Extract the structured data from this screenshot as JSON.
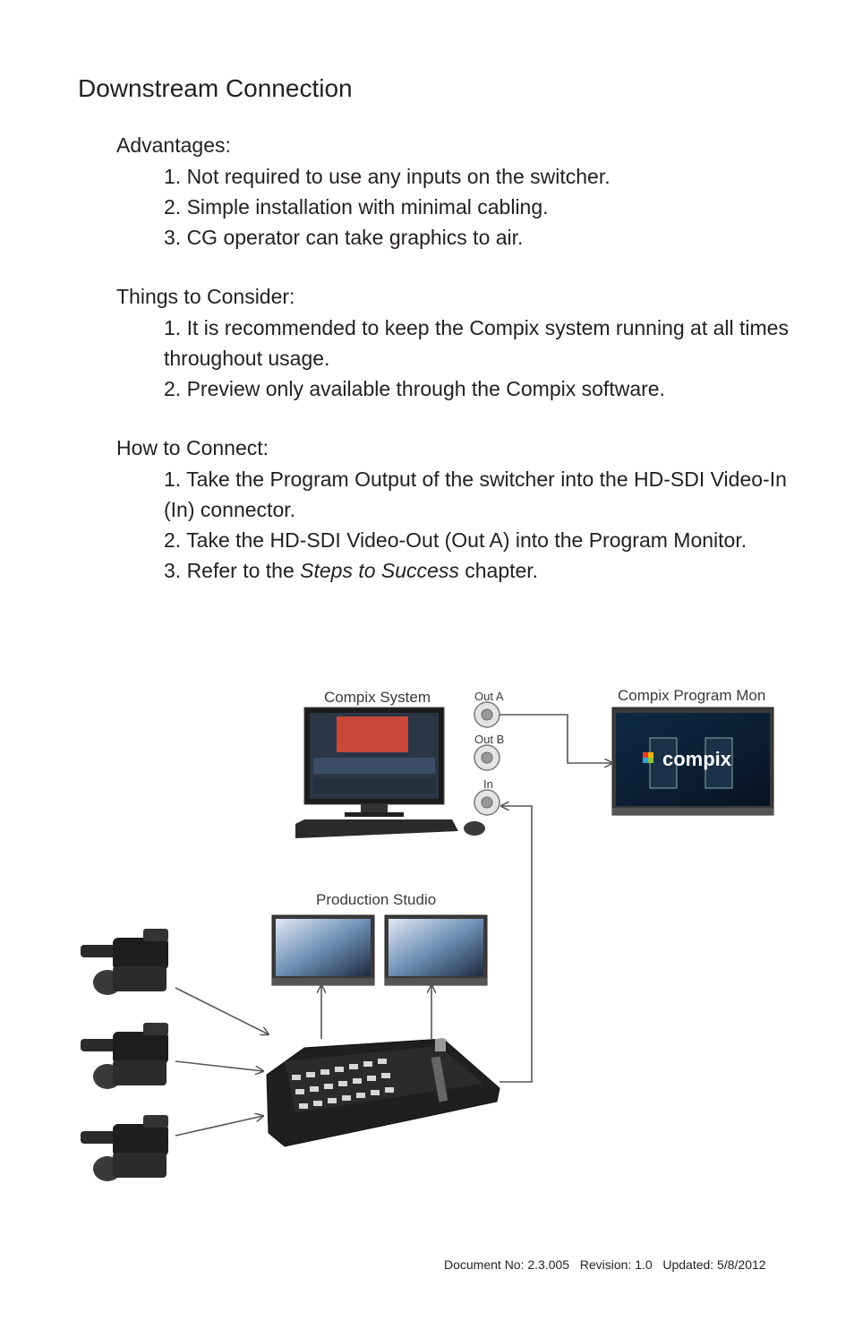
{
  "page": {
    "title": "Downstream Connection",
    "sections": [
      {
        "heading": "Advantages:",
        "items": [
          "1. Not required to use any inputs on the switcher.",
          "2. Simple installation with minimal cabling.",
          "3. CG operator can take graphics to air."
        ]
      },
      {
        "heading": "Things to Consider:",
        "items": [
          "1. It is recommended to keep the Compix system running at all times throughout usage.",
          "2. Preview only available through the Compix software."
        ]
      },
      {
        "heading": "How to Connect:",
        "items": [
          "1. Take the Program Output of the switcher into the HD-SDI Video-In (In) connector.",
          "2. Take the HD-SDI Video-Out (Out A) into the Program Monitor."
        ],
        "last_item": {
          "prefix": "3. Refer to the ",
          "emphasis": "Steps to Success",
          "suffix": " chapter."
        }
      }
    ],
    "footer": "Document No: 2.3.005   Revision: 1.0   Updated: 5/8/2012"
  },
  "diagram": {
    "compix_system_label": "Compix System",
    "program_monitor_label": "Compix Program Mon",
    "production_studio_label": "Production Studio",
    "port_out_a": "Out A",
    "port_out_b": "Out B",
    "port_in": "In",
    "monitor_brand": "compix"
  }
}
